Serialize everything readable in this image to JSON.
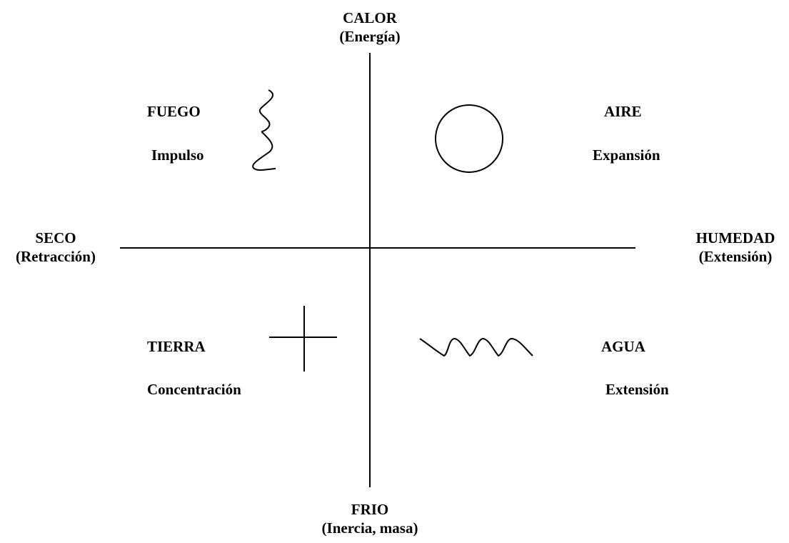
{
  "axes": {
    "top": {
      "label": "CALOR",
      "sublabel": "(Energía)"
    },
    "bottom": {
      "label": "FRIO",
      "sublabel": "(Inercia, masa)"
    },
    "left": {
      "label": "SECO",
      "sublabel": "(Retracción)"
    },
    "right": {
      "label": "HUMEDAD",
      "sublabel": "(Extensión)"
    }
  },
  "quadrants": {
    "top_left": {
      "element": "FUEGO",
      "quality": "Impulso",
      "symbol": "wavy-vertical-line"
    },
    "top_right": {
      "element": "AIRE",
      "quality": "Expansión",
      "symbol": "circle"
    },
    "bottom_left": {
      "element": "TIERRA",
      "quality": "Concentración",
      "symbol": "cross"
    },
    "bottom_right": {
      "element": "AGUA",
      "quality": "Extensión",
      "symbol": "zigzag-line"
    }
  },
  "colors": {
    "stroke": "#000000",
    "text": "#000000",
    "background": "#ffffff"
  }
}
